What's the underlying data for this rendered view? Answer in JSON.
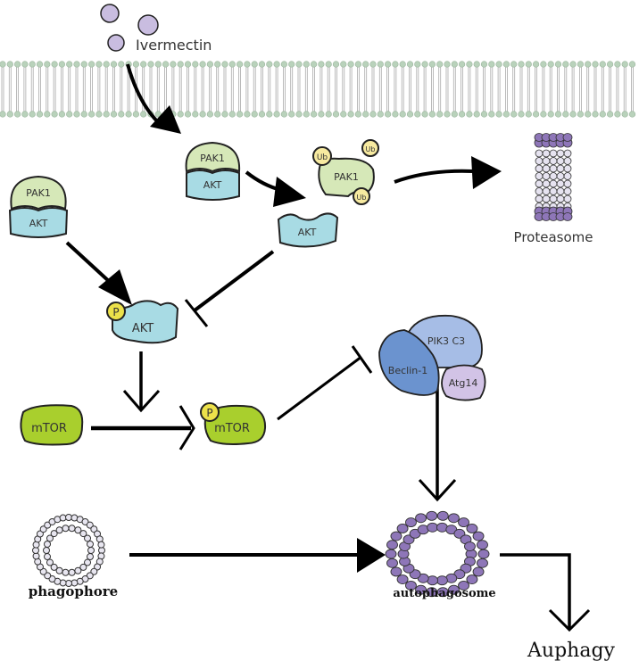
{
  "drug": {
    "label": "Ivermectin",
    "color": "#c9bde0"
  },
  "proteins": {
    "pak1": "PAK1",
    "akt": "AKT",
    "ub": "Ub",
    "p": "P",
    "mtor": "mTOR",
    "pik3c3": "PIK3 C3",
    "beclin1": "Beclin-1",
    "atg14": "Atg14"
  },
  "structures": {
    "proteasome": "Proteasome",
    "phagophore": "phagophore",
    "autophagosome": "autophagosome",
    "outcome": "Auphagy"
  },
  "colors": {
    "pak1": "#d6e8b8",
    "akt": "#a8dbe4",
    "ub": "#f7eaa0",
    "phospho": "#ece14a",
    "mtor": "#a9cf2d",
    "beclin1": "#6b93cf",
    "pik3c3": "#a6bde6",
    "atg14": "#d2c3e6",
    "proteasome": "#8e76b8",
    "membrane_head": "#b9d2bb"
  }
}
